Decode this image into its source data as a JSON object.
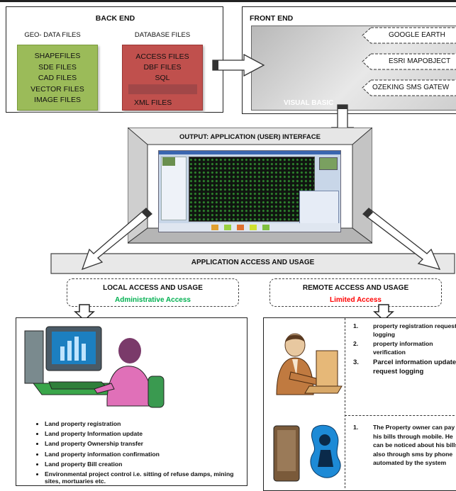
{
  "back_end": {
    "title": "BACK END",
    "geo_title": "GEO- DATA FILES",
    "geo_items": [
      "SHAPEFILES",
      "SDE FILES",
      "CAD FILES",
      "VECTOR FILES",
      "IMAGE FILES"
    ],
    "db_title": "DATABASE FILES",
    "db_items": [
      "ACCESS FILES",
      "DBF FILES",
      "SQL",
      "XML FILES"
    ]
  },
  "front_end": {
    "title": "FRONT END",
    "platform_label": "VISUAL BASIC",
    "integrations": [
      "GOOGLE EARTH",
      "ESRI MAPOBJECT",
      "OZEKING SMS GATEW"
    ]
  },
  "output": {
    "title": "OUTPUT: APPLICATION (USER) INTERFACE"
  },
  "access_bar": {
    "title": "APPLICATION ACCESS AND USAGE"
  },
  "local": {
    "title": "LOCAL ACCESS AND USAGE",
    "access_label": "Administrative Access",
    "access_color": "#00b050",
    "items": [
      "Land property  registration",
      "Land property Information update",
      "Land property Ownership transfer",
      "Land property information confirmation",
      "Land property Bill creation",
      "Environmental project control i.e. sitting of refuse damps, mining sites, mortuaries etc."
    ]
  },
  "remote": {
    "title": "REMOTE ACCESS AND USAGE",
    "access_label": "Limited Access",
    "access_color": "#ff0000",
    "web_items": [
      {
        "num": "1.",
        "text": "property registration request logging"
      },
      {
        "num": "2.",
        "text": "property information verification"
      },
      {
        "num": "3.",
        "text": "Parcel information update request logging"
      }
    ],
    "sms_items": [
      {
        "num": "1.",
        "text": "The Property owner can pay his bills through mobile. He can be noticed about his bills also through sms by phone automated by the system"
      }
    ]
  }
}
